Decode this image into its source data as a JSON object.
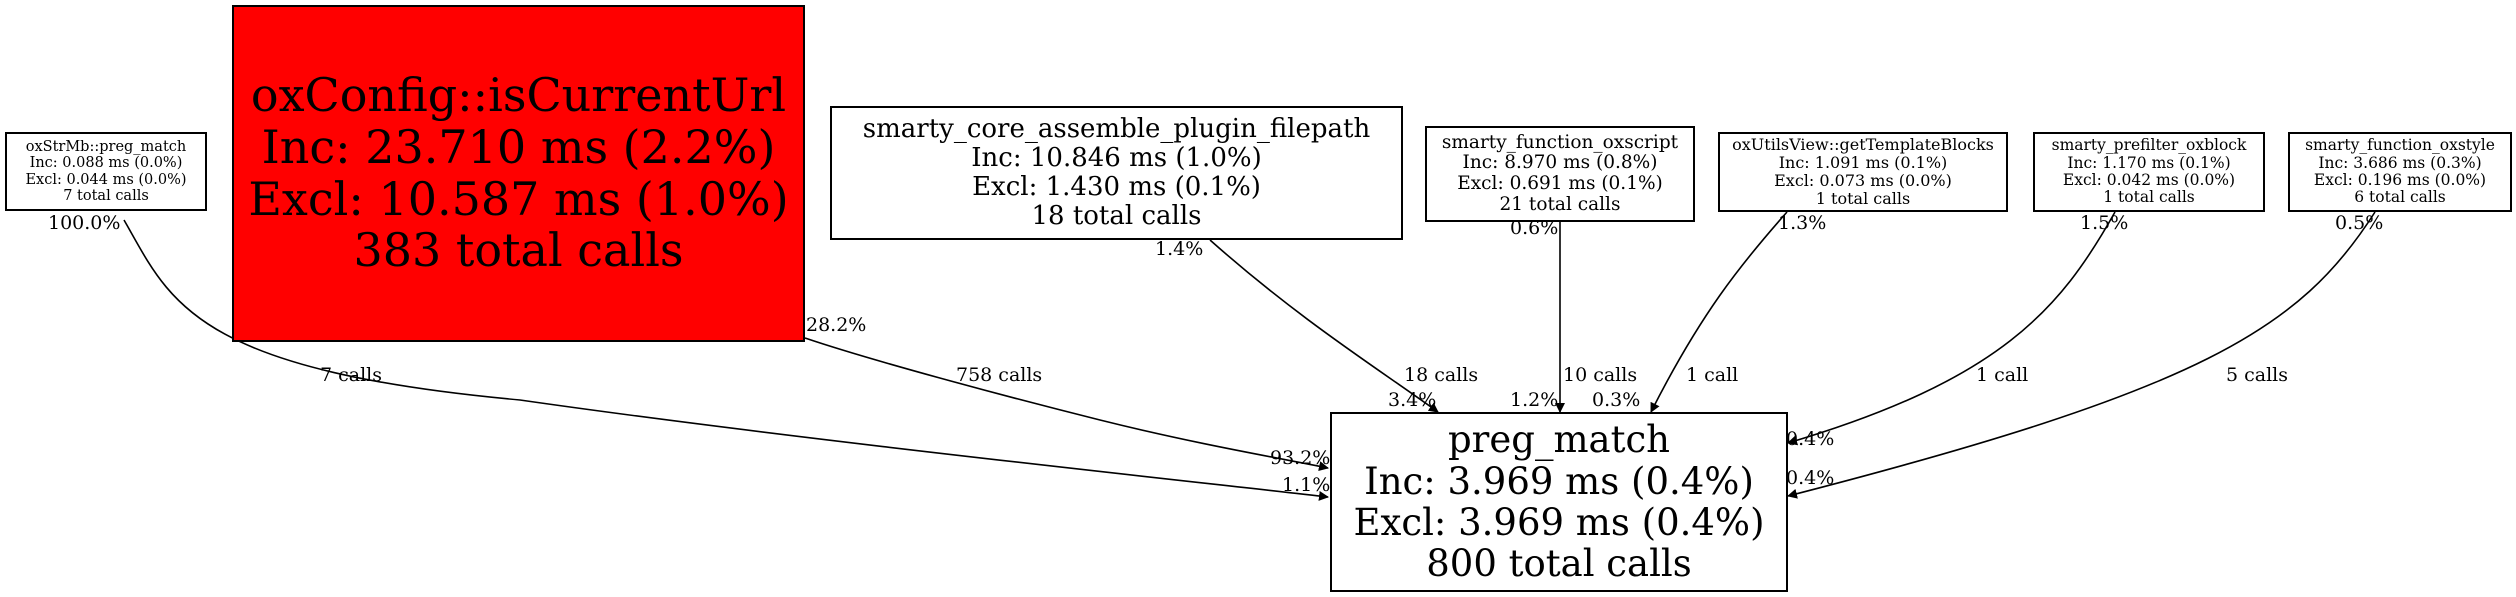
{
  "graph": {
    "nodes": {
      "preg_match_mb": {
        "title": "oxStrMb::preg_match",
        "inc": "Inc: 0.088 ms (0.0%)",
        "excl": "Excl: 0.044 ms (0.0%)",
        "calls": "7 total calls"
      },
      "is_current_url": {
        "title": "oxConfig::isCurrentUrl",
        "inc": "Inc: 23.710 ms (2.2%)",
        "excl": "Excl: 10.587 ms (1.0%)",
        "calls": "383 total calls",
        "fill": "#ff0000"
      },
      "assemble_plugin": {
        "title": "smarty_core_assemble_plugin_filepath",
        "inc": "Inc: 10.846 ms (1.0%)",
        "excl": "Excl: 1.430 ms (0.1%)",
        "calls": "18 total calls"
      },
      "oxscript": {
        "title": "smarty_function_oxscript",
        "inc": "Inc: 8.970 ms (0.8%)",
        "excl": "Excl: 0.691 ms (0.1%)",
        "calls": "21 total calls"
      },
      "template_blocks": {
        "title": "oxUtilsView::getTemplateBlocks",
        "inc": "Inc: 1.091 ms (0.1%)",
        "excl": "Excl: 0.073 ms (0.0%)",
        "calls": "1 total calls"
      },
      "prefilter_oxblock": {
        "title": "smarty_prefilter_oxblock",
        "inc": "Inc: 1.170 ms (0.1%)",
        "excl": "Excl: 0.042 ms (0.0%)",
        "calls": "1 total calls"
      },
      "oxstyle": {
        "title": "smarty_function_oxstyle",
        "inc": "Inc: 3.686 ms (0.3%)",
        "excl": "Excl: 0.196 ms (0.0%)",
        "calls": "6 total calls"
      },
      "preg_match": {
        "title": "preg_match",
        "inc": "Inc: 3.969 ms (0.4%)",
        "excl": "Excl: 3.969 ms (0.4%)",
        "calls": "800 total calls"
      }
    },
    "edges": {
      "mb_to_pm": {
        "src_pct": "100.0%",
        "calls": "7 calls",
        "dst_pct": "1.1%"
      },
      "url_to_pm": {
        "src_pct": "28.2%",
        "calls": "758 calls",
        "dst_pct": "93.2%"
      },
      "assemble_to_pm": {
        "src_pct": "1.4%",
        "calls": "18 calls",
        "dst_pct": "3.4%"
      },
      "oxscript_to_pm": {
        "src_pct": "0.6%",
        "calls": "10 calls",
        "dst_pct": "1.2%"
      },
      "blocks_to_pm": {
        "src_pct": "1.3%",
        "calls": "1 call",
        "dst_pct": "0.3%"
      },
      "prefilter_to_pm": {
        "src_pct": "1.5%",
        "calls": "1 call",
        "dst_pct": "0.4%"
      },
      "oxstyle_to_pm": {
        "src_pct": "0.5%",
        "calls": "5 calls",
        "dst_pct": "0.4%"
      }
    }
  }
}
